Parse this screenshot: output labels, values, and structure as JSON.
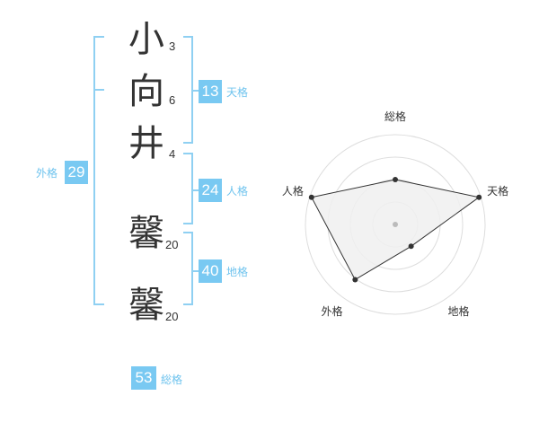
{
  "characters": [
    {
      "char": "小",
      "strokes": "3"
    },
    {
      "char": "向",
      "strokes": "6"
    },
    {
      "char": "井",
      "strokes": "4"
    },
    {
      "char": "馨",
      "strokes": "20"
    },
    {
      "char": "馨",
      "strokes": "20"
    }
  ],
  "kaku": {
    "tenkaku": {
      "value": "13",
      "label": "天格"
    },
    "jinkaku": {
      "value": "24",
      "label": "人格"
    },
    "chikaku": {
      "value": "40",
      "label": "地格"
    },
    "gaikaku": {
      "value": "29",
      "label": "外格"
    },
    "soukaku": {
      "value": "53",
      "label": "総格"
    }
  },
  "radar": {
    "axes": [
      "総格",
      "天格",
      "地格",
      "外格",
      "人格"
    ],
    "values": [
      0.5,
      0.98,
      0.3,
      0.76,
      0.98
    ],
    "rings": 4,
    "colors": {
      "fill": "#f0f0f0",
      "line": "#333333",
      "ring": "#dddddd",
      "center": "#bbbbbb"
    }
  }
}
